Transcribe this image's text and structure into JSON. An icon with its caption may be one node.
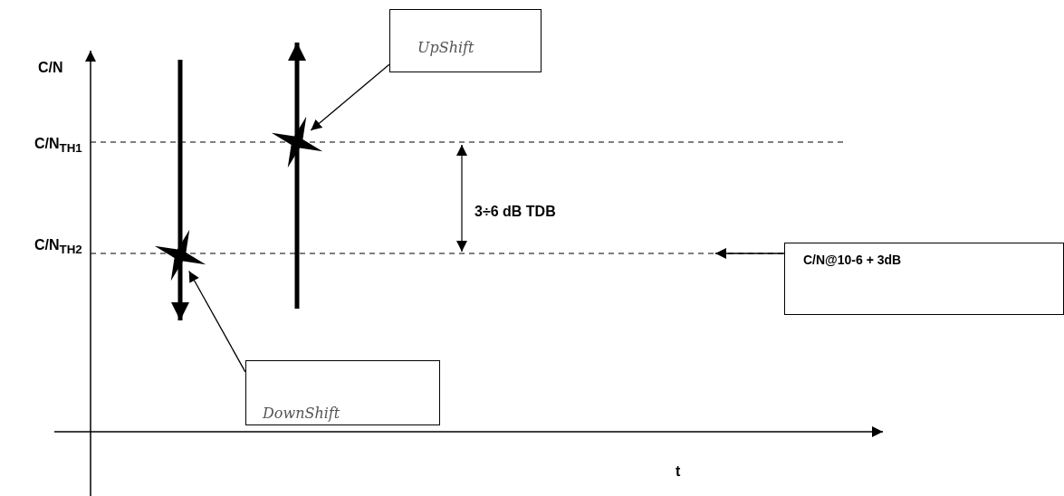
{
  "diagram": {
    "nodes": [
      {
        "text": [
          "UpShift"
        ]
      },
      {
        "text": [],
        "shape": "star"
      },
      {
        "text": [
          "DownShift"
        ]
      },
      {
        "text": [],
        "shape": "star"
      },
      {
        "text": [
          "C/N@10-6 + 3dB"
        ]
      }
    ],
    "edges": [
      {
        "from": 0,
        "to": 1,
        "arrow": "to"
      },
      {
        "from": 2,
        "to": 3,
        "arrow": "to"
      },
      {
        "from": 4,
        "to": null,
        "arrow": "to"
      }
    ],
    "labels": [
      "C/N",
      "C/N$_{TH1}$",
      "3÷6 dB TDB",
      "C/N$_{TH2}$",
      "t"
    ]
  }
}
